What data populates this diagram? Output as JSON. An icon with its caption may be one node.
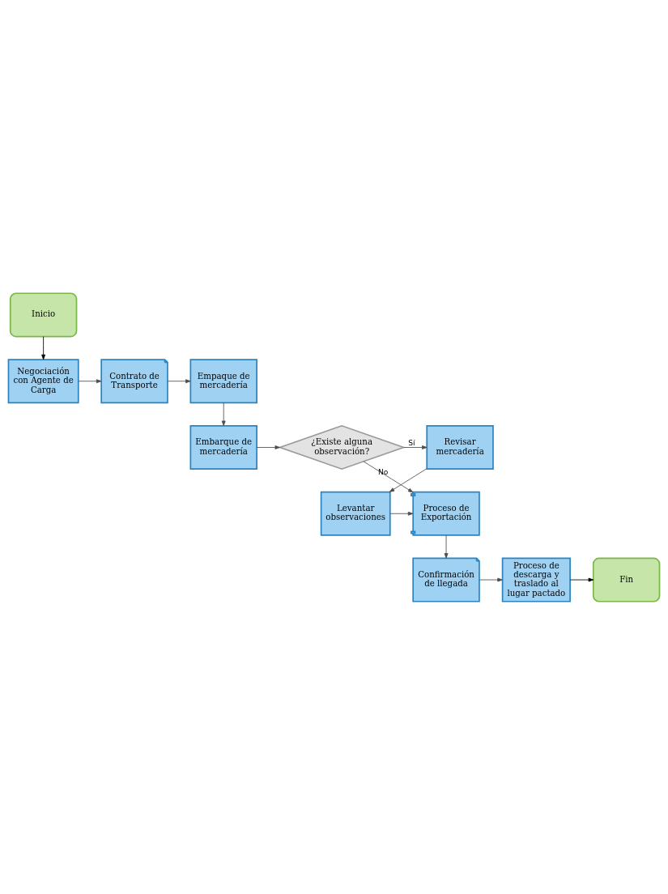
{
  "diagram": {
    "nodes": [
      {
        "text": [
          "Inicio"
        ]
      },
      {
        "text": [
          "Negociación con Agente de Carga"
        ]
      },
      {
        "text": [
          "Contrato de Transporte"
        ]
      },
      {
        "text": [
          "Empaque de mercadería"
        ]
      },
      {
        "text": [
          "Embarque de mercadería"
        ]
      },
      {
        "text": [
          "¿Existe alguna observación?"
        ]
      },
      {
        "text": [
          "Revisar mercadería"
        ]
      },
      {
        "text": [
          "Levantar observaciones"
        ]
      },
      {
        "text": [
          "Proceso de Exportación"
        ]
      },
      {
        "text": [
          "Confirmación de llegada"
        ]
      },
      {
        "text": [
          "Proceso de descarga y traslado al lugar pactado"
        ]
      },
      {
        "text": [
          "Fin"
        ]
      }
    ],
    "edges": [
      {
        "from": 0,
        "to": 1,
        "arrow": "to",
        "color": "#000000"
      },
      {
        "from": 1,
        "to": 2,
        "arrow": "to"
      },
      {
        "from": 2,
        "to": 3,
        "arrow": "to"
      },
      {
        "from": 3,
        "to": 4,
        "arrow": "to"
      },
      {
        "from": 4,
        "to": 5,
        "arrow": "to"
      },
      {
        "from": 5,
        "to": 6,
        "arrow": "to",
        "label": "Sí"
      },
      {
        "from": 5,
        "to": 8,
        "arrow": "to",
        "label": "No"
      },
      {
        "from": 6,
        "to": 7,
        "arrow": "to"
      },
      {
        "from": 7,
        "to": 8,
        "arrow": "to"
      },
      {
        "from": 8,
        "to": 9,
        "arrow": "to"
      },
      {
        "from": 9,
        "to": 10,
        "arrow": "to"
      },
      {
        "from": 10,
        "to": 11,
        "arrow": "to",
        "color": "#000000"
      }
    ]
  }
}
